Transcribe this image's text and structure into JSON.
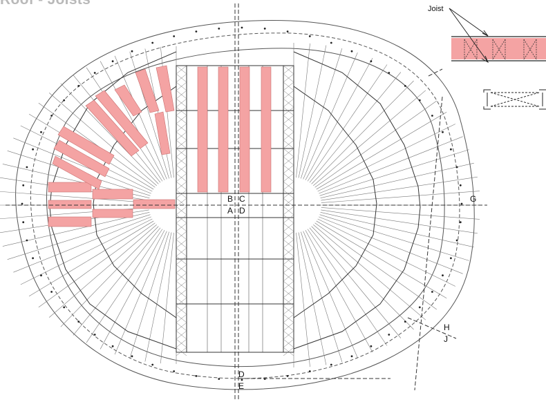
{
  "title": "Roof - Joists",
  "legend": {
    "joist_label": "Joist"
  },
  "grid_labels": {
    "A": "A",
    "B": "B",
    "C": "C",
    "D_top": "D",
    "D_bottom": "D",
    "E": "E",
    "G": "G",
    "H": "H",
    "J": "J"
  },
  "colors": {
    "highlight": "#f4a3a3",
    "highlight_stroke": "#c97070",
    "linework": "#555555",
    "title_grey": "#b9b9b9"
  }
}
